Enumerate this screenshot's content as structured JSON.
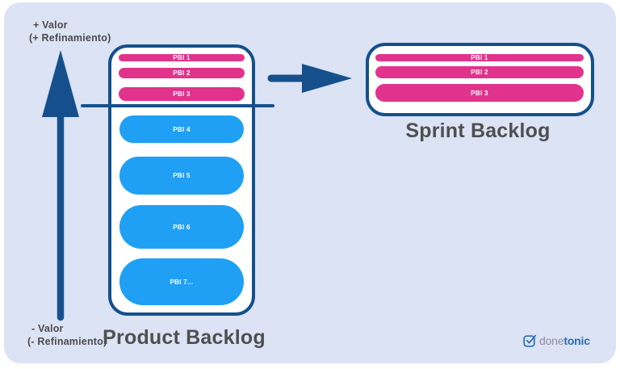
{
  "colors": {
    "panel_bg": "#dce3f5",
    "navy": "#15508D",
    "pink": "#E2338C",
    "blue": "#1FA0F4",
    "title_gray": "#4F4F4F",
    "label_gray": "#4B4B4B",
    "logo_gray": "#8A8F98",
    "logo_blue": "#2B6CB4"
  },
  "value_axis": {
    "top": {
      "line1": "+ Valor",
      "line2": "(+ Refinamiento)"
    },
    "bottom": {
      "line1": "- Valor",
      "line2": "(- Refinamiento)"
    }
  },
  "product_backlog": {
    "title": "Product Backlog",
    "refined_items": [
      {
        "label": "PBI 1"
      },
      {
        "label": "PBI 2"
      },
      {
        "label": "PBI 3"
      }
    ],
    "unrefined_items": [
      {
        "label": "PBI 4"
      },
      {
        "label": "PBI 5"
      },
      {
        "label": "PBI 6"
      },
      {
        "label": "PBI 7..."
      }
    ]
  },
  "sprint_backlog": {
    "title": "Sprint Backlog",
    "items": [
      {
        "label": "PBI 1"
      },
      {
        "label": "PBI 2"
      },
      {
        "label": "PBI 3"
      }
    ]
  },
  "logo": {
    "gray_part": "done",
    "blue_part": "tonic"
  }
}
